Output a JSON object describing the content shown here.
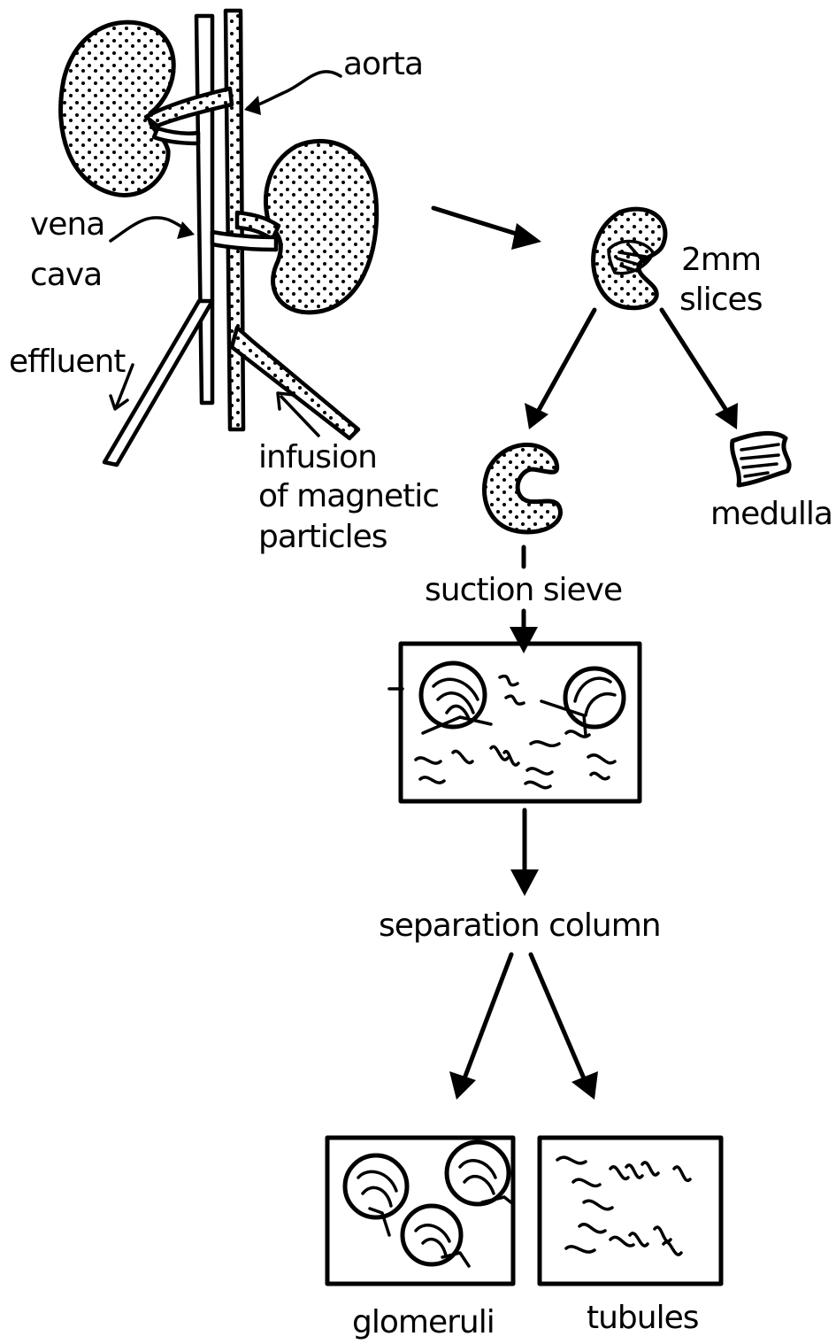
{
  "labels": {
    "aorta": "aorta",
    "vena_cava_line1": "vena",
    "vena_cava_line2": "cava",
    "effluent": "effluent",
    "infusion_line1": "infusion",
    "infusion_line2": "of magnetic",
    "infusion_line3": "particles",
    "slices_line1": "2mm",
    "slices_line2": "slices",
    "medulla": "medulla",
    "suction_sieve": "suction sieve",
    "separation_column": "separation column",
    "glomeruli": "glomeruli",
    "tubules": "tubules"
  }
}
